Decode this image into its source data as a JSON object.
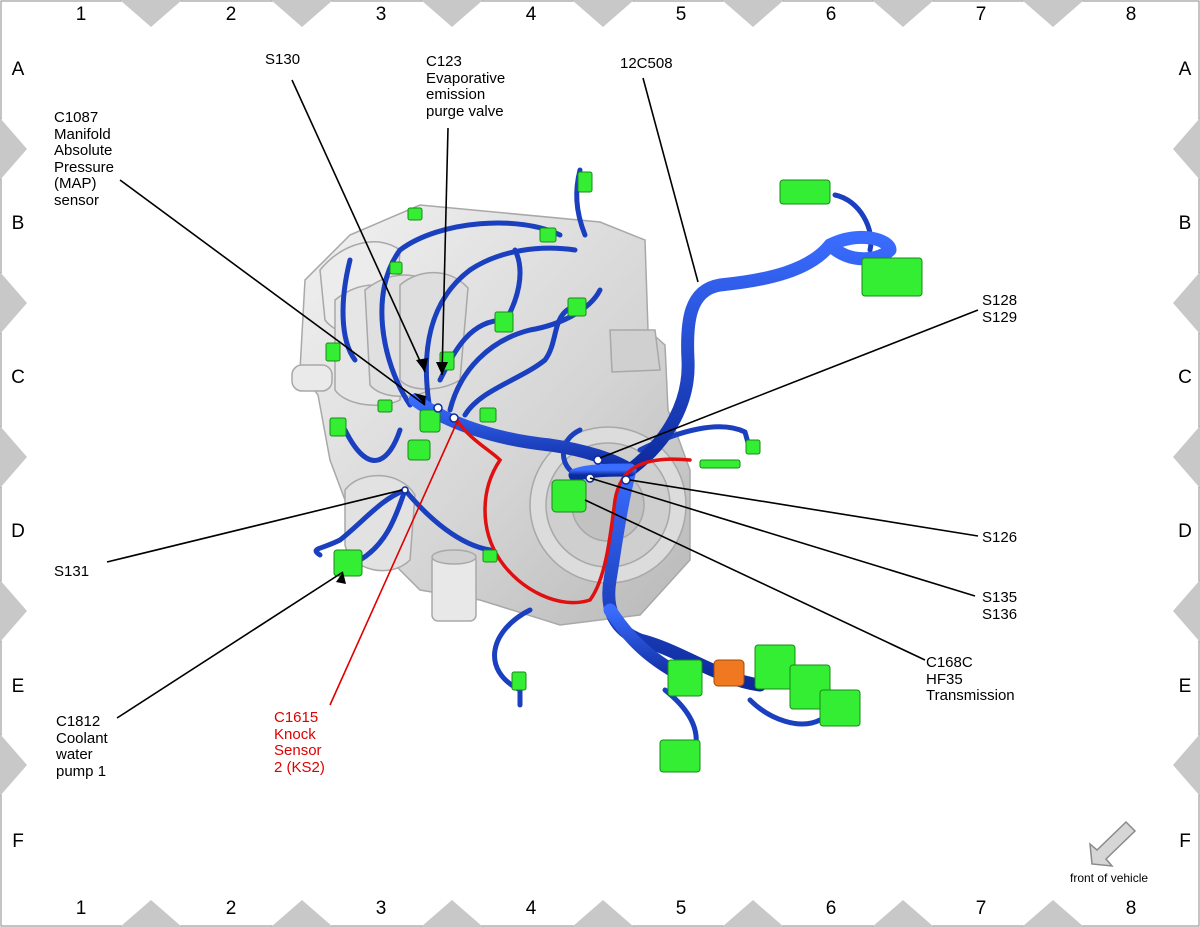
{
  "grid": {
    "columns": [
      "1",
      "2",
      "3",
      "4",
      "5",
      "6",
      "7",
      "8"
    ],
    "rows": [
      "A",
      "B",
      "C",
      "D",
      "E",
      "F"
    ]
  },
  "callouts": {
    "s130": "S130",
    "c123": "C123\nEvaporative\nemission\npurge valve",
    "c12c508": "12C508",
    "c1087": "C1087\nManifold\nAbsolute\nPressure\n(MAP)\nsensor",
    "s128_s129": "S128\nS129",
    "s126": "S126",
    "s131": "S131",
    "s135_s136": "S135\nS136",
    "c168c": "C168C\nHF35\nTransmission",
    "c1812": "C1812\nCoolant\nwater\npump 1",
    "c1615": "C1615\nKnock\nSensor\n2 (KS2)"
  },
  "orientation_hint": {
    "label": "front of vehicle",
    "icon": "arrow-down-left-icon"
  },
  "colors": {
    "harness": "#1a3fbf",
    "connector": "#33ee33",
    "highlight_wire": "#e01010",
    "engine": "#d7d7d7",
    "border_triangle": "#c8c8c8"
  }
}
